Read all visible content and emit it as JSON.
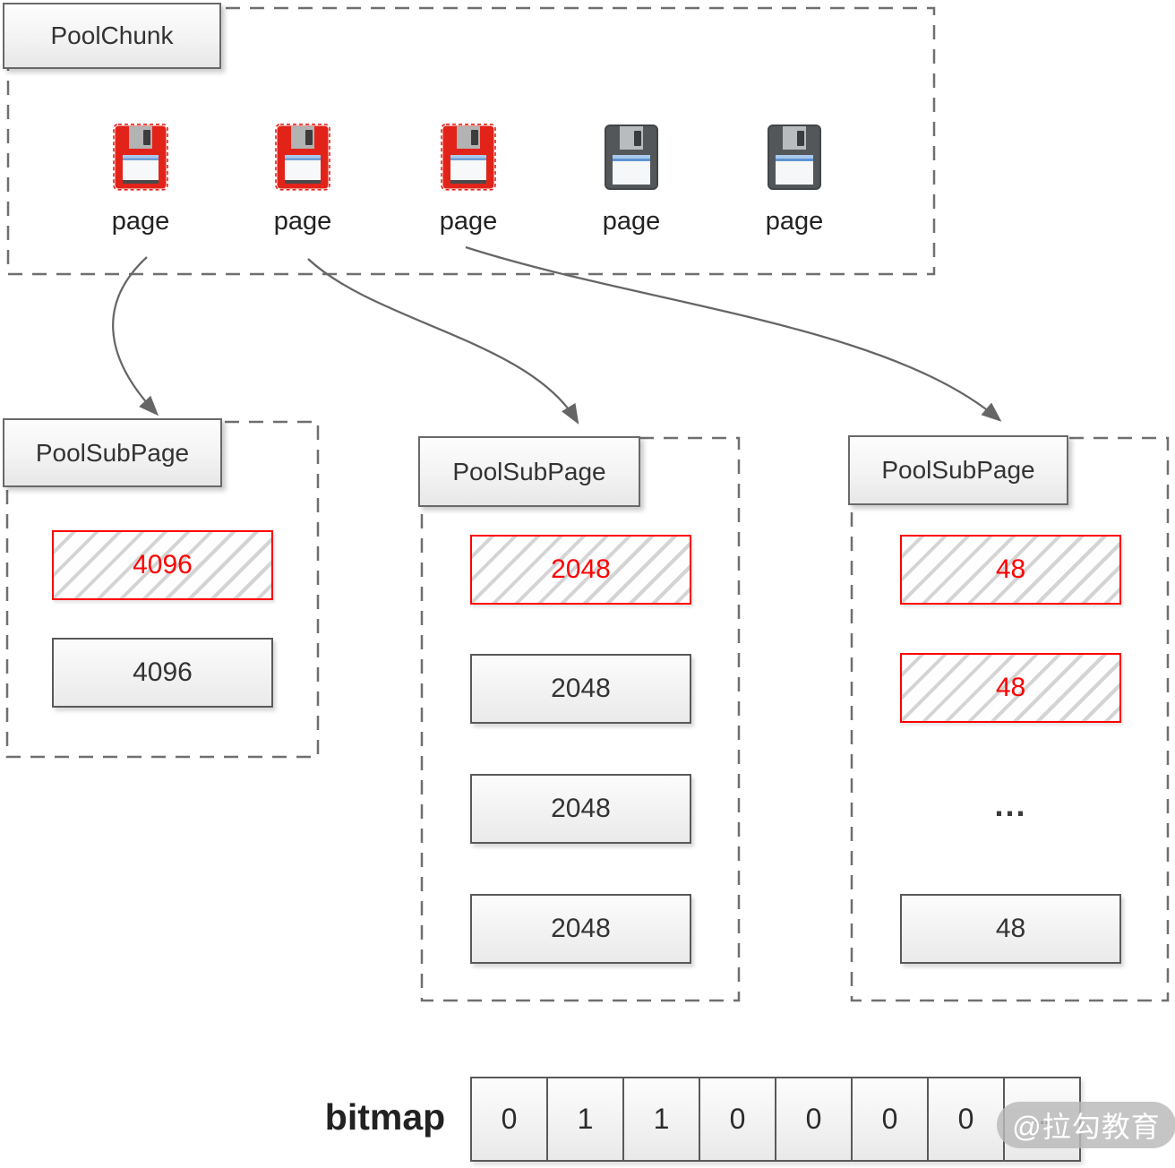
{
  "pool_chunk": {
    "title": "PoolChunk",
    "pages": [
      {
        "label": "page",
        "state": "allocated"
      },
      {
        "label": "page",
        "state": "allocated"
      },
      {
        "label": "page",
        "state": "allocated"
      },
      {
        "label": "page",
        "state": "free"
      },
      {
        "label": "page",
        "state": "free"
      }
    ]
  },
  "subpages": [
    {
      "title": "PoolSubPage",
      "rows": [
        {
          "value": "4096",
          "used": true
        },
        {
          "value": "4096",
          "used": false
        }
      ]
    },
    {
      "title": "PoolSubPage",
      "rows": [
        {
          "value": "2048",
          "used": true
        },
        {
          "value": "2048",
          "used": false
        },
        {
          "value": "2048",
          "used": false
        },
        {
          "value": "2048",
          "used": false
        }
      ]
    },
    {
      "title": "PoolSubPage",
      "rows": [
        {
          "value": "48",
          "used": true
        },
        {
          "value": "48",
          "used": true
        },
        {
          "value": "...",
          "used": false
        },
        {
          "value": "48",
          "used": false
        }
      ]
    }
  ],
  "bitmap": {
    "label": "bitmap",
    "cells": [
      "0",
      "1",
      "1",
      "0",
      "0",
      "0",
      "0",
      "..."
    ]
  },
  "watermark": {
    "text": "@拉勾教育"
  },
  "icons": {
    "page_icon": "floppy-disk-icon"
  },
  "colors": {
    "used_accent": "#ff0000",
    "line": "#666666",
    "free_disk": "#53575a",
    "used_disk": "#e2231a"
  }
}
